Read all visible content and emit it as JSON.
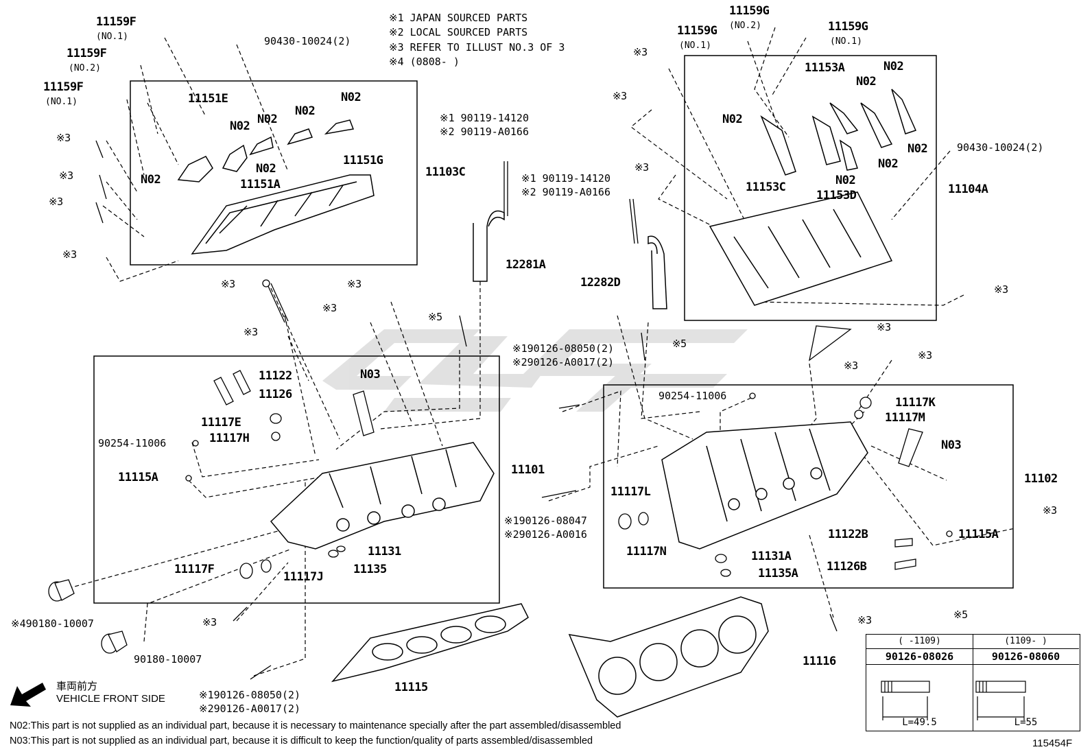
{
  "notes": {
    "n1": "※1 JAPAN SOURCED PARTS",
    "n2": "※2 LOCAL SOURCED PARTS",
    "n3": "※3 REFER TO ILLUST NO.3 OF 3",
    "n4": "※4 (0808-    )"
  },
  "labels": {
    "p11159F_1a": "11159F",
    "p11159F_1a_sub": "(NO.1)",
    "p11159F_2": "11159F",
    "p11159F_2_sub": "(NO.2)",
    "p11159F_1b": "11159F",
    "p11159F_1b_sub": "(NO.1)",
    "p90430_left": "90430-10024(2)",
    "p11151E": "11151E",
    "p11151A": "11151A",
    "p11151G": "11151G",
    "p11103C": "11103C",
    "n02": "N02",
    "n03": "N03",
    "ref3": "※3",
    "ref5": "※5",
    "p90119_1a": "※1 90119-14120",
    "p90119_2a": "※2 90119-A0166",
    "p90119_1b": "※1 90119-14120",
    "p90119_2b": "※2 90119-A0166",
    "p12281A": "12281A",
    "p12282D": "12282D",
    "p11159G_2": "11159G",
    "p11159G_2_sub": "(NO.2)",
    "p11159G_1a": "11159G",
    "p11159G_1a_sub": "(NO.1)",
    "p11159G_1b": "11159G",
    "p11159G_1b_sub": "(NO.1)",
    "p11153A": "11153A",
    "p11153C": "11153C",
    "p11153D": "11153D",
    "p90430_right": "90430-10024(2)",
    "p11104A": "11104A",
    "p11122": "11122",
    "p11126": "11126",
    "p11117E": "11117E",
    "p11117H": "11117H",
    "p90254_left": "90254-11006",
    "p11115A_left": "11115A",
    "p11101": "11101",
    "p11131": "11131",
    "p11135": "11135",
    "p11117F": "11117F",
    "p11117J": "11117J",
    "p90126_08050_a": "※190126-08050(2)",
    "p90126_A0017_a": "※290126-A0017(2)",
    "p90254_right": "90254-11006",
    "p11117K": "11117K",
    "p11117M": "11117M",
    "p11102": "11102",
    "p11117L": "11117L",
    "p11117N": "11117N",
    "p90126_08047": "※190126-08047",
    "p90126_A0016": "※290126-A0016",
    "p11131A": "11131A",
    "p11135A": "11135A",
    "p11122B": "11122B",
    "p11126B": "11126B",
    "p11115A_right": "11115A",
    "p90180_4": "※490180-10007",
    "p90180": "90180-10007",
    "p90126_08050_b": "※190126-08050(2)",
    "p90126_A0017_b": "※290126-A0017(2)",
    "p11115": "11115",
    "p11116": "11116"
  },
  "front": {
    "jp": "車両前方",
    "en": "VEHICLE FRONT SIDE"
  },
  "stud_table": {
    "ref": "※5",
    "columns": [
      {
        "range": "(    -1109)",
        "part": "90126-08026",
        "length": "L=49.5"
      },
      {
        "range": "(1109-      )",
        "part": "90126-08060",
        "length": "L=55"
      }
    ]
  },
  "footer": {
    "n02_note": "N02:This part is not supplied as an individual part, because it is necessary to maintenance specially after the part assembled/disassembled",
    "n03_note": "N03:This part is not supplied as an individual part, because it is difficult to keep the function/quality of parts assembled/disassembled",
    "illust_no": "115454F"
  }
}
